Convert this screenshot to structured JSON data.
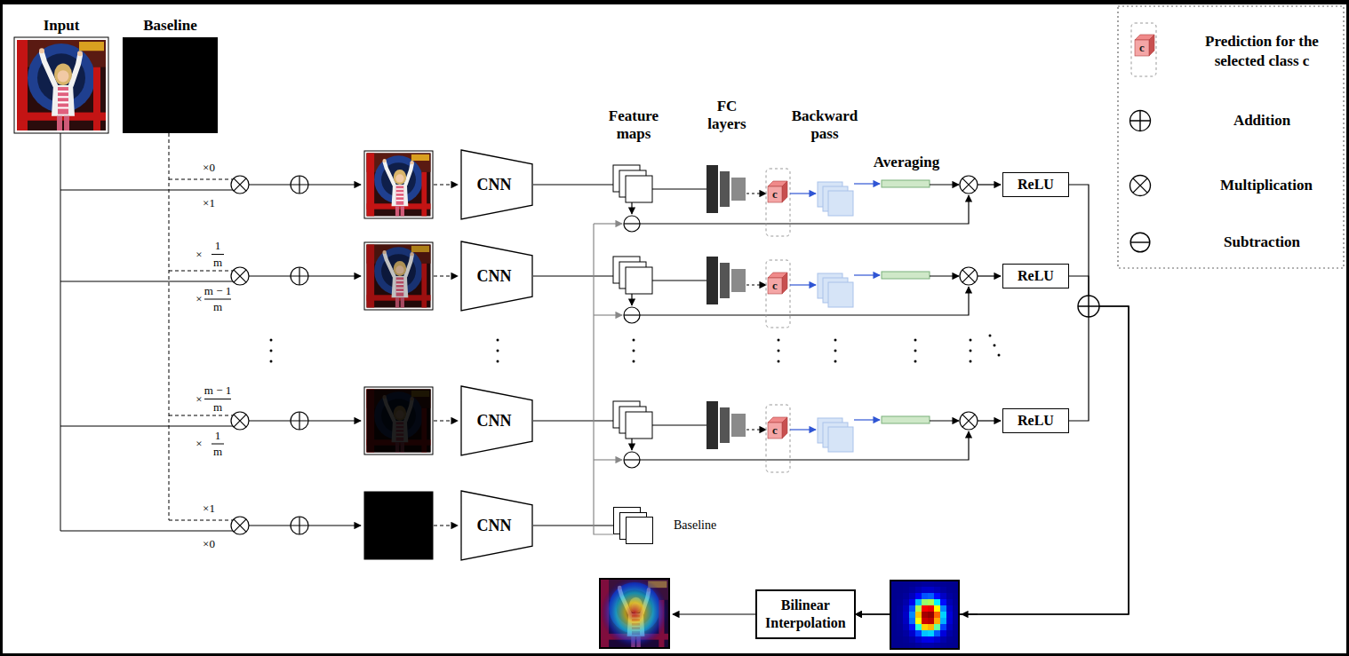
{
  "diagram": {
    "nodes": [
      {
        "text": [
          "Input"
        ]
      },
      {
        "text": [
          "Baseline"
        ]
      },
      {
        "text": [
          "CNN"
        ]
      },
      {
        "text": [
          "c"
        ]
      },
      {
        "text": [
          "ReLU"
        ]
      },
      {
        "text": [
          "CNN"
        ]
      },
      {
        "text": [
          "c"
        ]
      },
      {
        "text": [
          "ReLU"
        ]
      },
      {
        "text": [
          "CNN"
        ]
      },
      {
        "text": [
          "c"
        ]
      },
      {
        "text": [
          "ReLU"
        ]
      },
      {
        "text": [
          "CNN"
        ]
      },
      {
        "text": [
          "Baseline"
        ]
      },
      {
        "text": [
          "Bilinear Interpolation"
        ]
      }
    ],
    "edges": [
      {
        "from": 11,
        "to": 12,
        "arrow": "none"
      },
      {
        "from": 4,
        "to": 13,
        "arrow": "to"
      },
      {
        "from": 7,
        "to": 13,
        "arrow": "to"
      },
      {
        "from": 10,
        "to": 13,
        "arrow": "to"
      }
    ],
    "labels": [
      "Feature maps",
      "FC layers",
      "Backward pass",
      "Averaging",
      "×0",
      "×1",
      "×",
      "1",
      "m",
      "×",
      "m − 1",
      "m",
      "×",
      "m − 1",
      "m",
      "×",
      "1",
      "m",
      "×1",
      "×0",
      "c"
    ],
    "legend": [
      {
        "text": "Prediction for the selected class c"
      },
      {
        "text": "Addition"
      },
      {
        "text": "Multiplication"
      },
      {
        "text": "Subtraction"
      }
    ]
  }
}
